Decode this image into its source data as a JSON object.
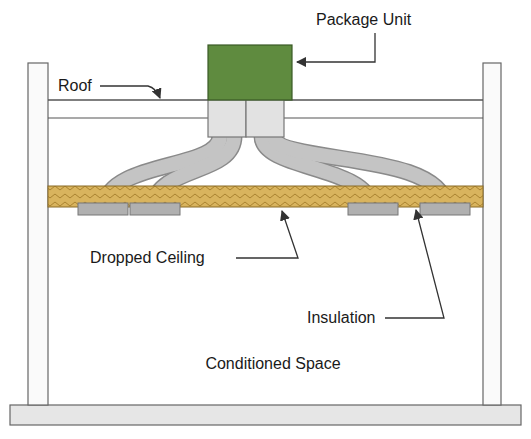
{
  "diagram": {
    "labels": [
      "Package Unit",
      "Roof",
      "Dropped Ceiling",
      "Insulation",
      "Conditioned Space"
    ]
  }
}
